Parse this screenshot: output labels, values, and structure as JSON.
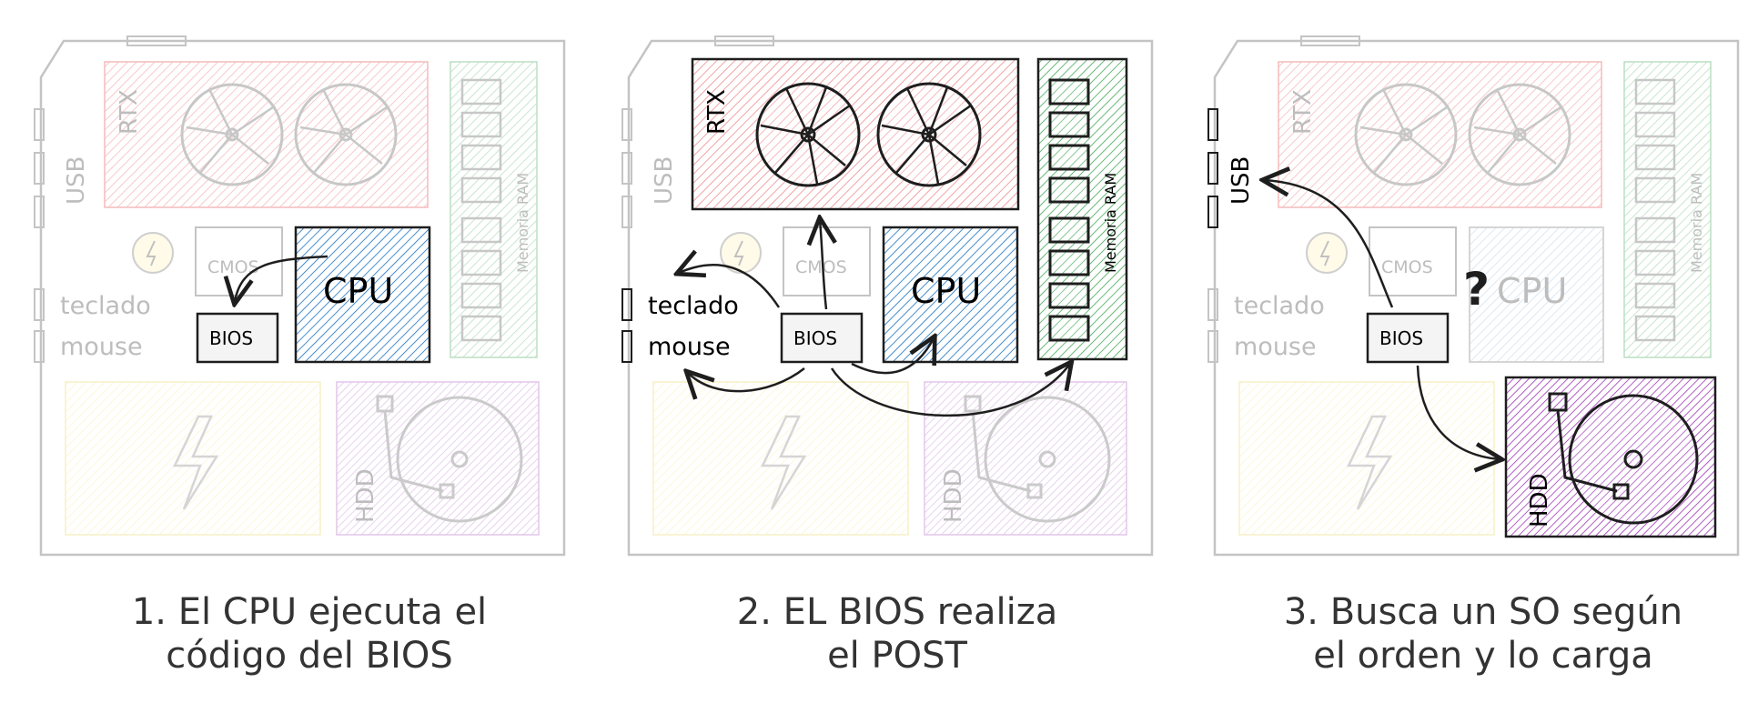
{
  "panels": [
    {
      "labels": {
        "usb": "USB",
        "rtx": "RTX",
        "memoria_ram": "Memoria RAM",
        "cmos": "CMOS",
        "cpu": "CPU",
        "bios": "BIOS",
        "teclado": "teclado",
        "mouse": "mouse",
        "hdd": "HDD"
      },
      "caption_line1": "1. El CPU ejecuta el",
      "caption_line2": "código del BIOS"
    },
    {
      "labels": {
        "usb": "USB",
        "rtx": "RTX",
        "memoria_ram": "Memoria RAM",
        "cmos": "CMOS",
        "cpu": "CPU",
        "bios": "BIOS",
        "teclado": "teclado",
        "mouse": "mouse",
        "hdd": "HDD"
      },
      "caption_line1": "2. EL BIOS realiza",
      "caption_line2": "el POST"
    },
    {
      "labels": {
        "usb": "USB",
        "rtx": "RTX",
        "memoria_ram": "Memoria RAM",
        "cmos": "CMOS",
        "cpu": "CPU",
        "bios": "BIOS",
        "teclado": "teclado",
        "mouse": "mouse",
        "hdd": "HDD",
        "question": "?"
      },
      "caption_line1": "3. Busca un SO según",
      "caption_line2": "el orden y lo carga"
    }
  ],
  "colors": {
    "gpu": "#e03131",
    "cpu": "#1971c2",
    "ram": "#2f9e44",
    "hdd": "#9c36b5",
    "psu": "#f2e26b",
    "outline": "#1e1e1e",
    "dim": "#c4c4c4"
  }
}
